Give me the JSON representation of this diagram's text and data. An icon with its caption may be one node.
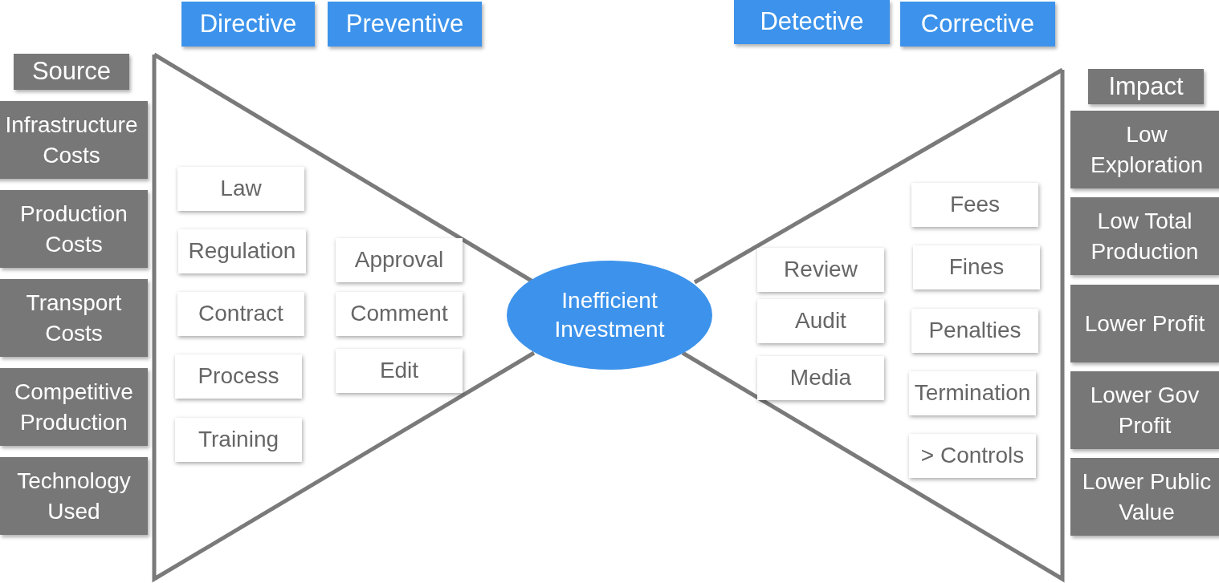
{
  "diagram": {
    "nodes": [
      {
        "text": [
          "Directive"
        ]
      },
      {
        "text": [
          "Preventive"
        ]
      },
      {
        "text": [
          "Detective"
        ]
      },
      {
        "text": [
          "Corrective"
        ]
      },
      {
        "text": [
          "Source"
        ]
      },
      {
        "text": [
          "Impact"
        ]
      },
      {
        "text": [
          "Infrastructure Costs"
        ]
      },
      {
        "text": [
          "Production Costs"
        ]
      },
      {
        "text": [
          "Transport Costs"
        ]
      },
      {
        "text": [
          "Competitive Production"
        ]
      },
      {
        "text": [
          "Technology Used"
        ]
      },
      {
        "text": [
          "Low Exploration"
        ]
      },
      {
        "text": [
          "Low Total Production"
        ]
      },
      {
        "text": [
          "Lower Profit"
        ]
      },
      {
        "text": [
          "Lower Gov Profit"
        ]
      },
      {
        "text": [
          "Lower Public Value"
        ]
      },
      {
        "text": [
          "Law"
        ]
      },
      {
        "text": [
          "Regulation"
        ]
      },
      {
        "text": [
          "Contract"
        ]
      },
      {
        "text": [
          "Process"
        ]
      },
      {
        "text": [
          "Training"
        ]
      },
      {
        "text": [
          "Approval"
        ]
      },
      {
        "text": [
          "Comment"
        ]
      },
      {
        "text": [
          "Edit"
        ]
      },
      {
        "text": [
          "Inefficient Investment"
        ]
      },
      {
        "text": [
          "Review"
        ]
      },
      {
        "text": [
          "Audit"
        ]
      },
      {
        "text": [
          "Media"
        ]
      },
      {
        "text": [
          "Fees"
        ]
      },
      {
        "text": [
          "Fines"
        ]
      },
      {
        "text": [
          "Penalties"
        ]
      },
      {
        "text": [
          "Termination"
        ]
      },
      {
        "text": [
          "> Controls"
        ]
      }
    ]
  }
}
